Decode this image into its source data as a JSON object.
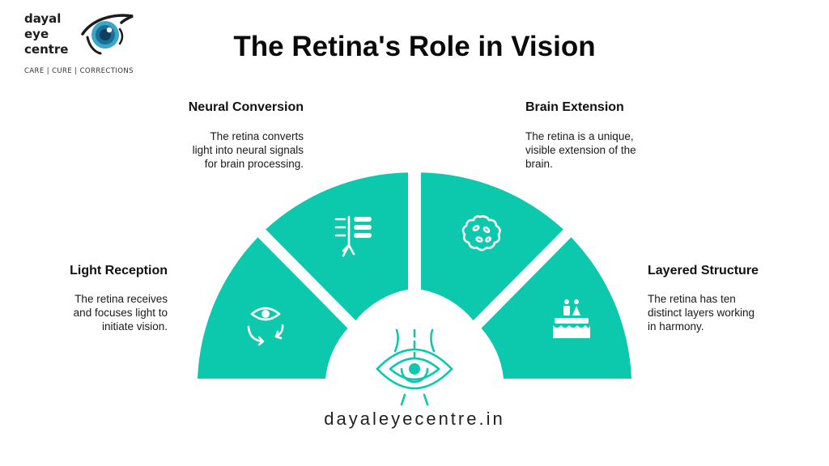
{
  "logo": {
    "words": [
      "dayal",
      "eye",
      "centre"
    ],
    "tagline": "CARE | CURE | CORRECTIONS"
  },
  "title": "The Retina's Role in Vision",
  "segments": [
    {
      "heading": "Light Reception",
      "description": "The retina receives\nand focuses light to\ninitiate vision.",
      "icon": "eye-rotate-icon"
    },
    {
      "heading": "Neural Conversion",
      "description": "The retina converts\nlight into neural signals\nfor brain processing.",
      "icon": "neural-signal-icon"
    },
    {
      "heading": "Brain Extension",
      "description": "The retina is a unique,\nvisible extension of the\nbrain.",
      "icon": "brain-cell-icon"
    },
    {
      "heading": "Layered Structure",
      "description": "The retina has ten\ndistinct layers working\nin harmony.",
      "icon": "layered-cake-icon"
    }
  ],
  "center_icon": "eye-lens-icon",
  "website": "dayaleyecentre.in",
  "colors": {
    "accent": "#0cc8ac",
    "icon": "#ffffff",
    "text": "#111111"
  }
}
